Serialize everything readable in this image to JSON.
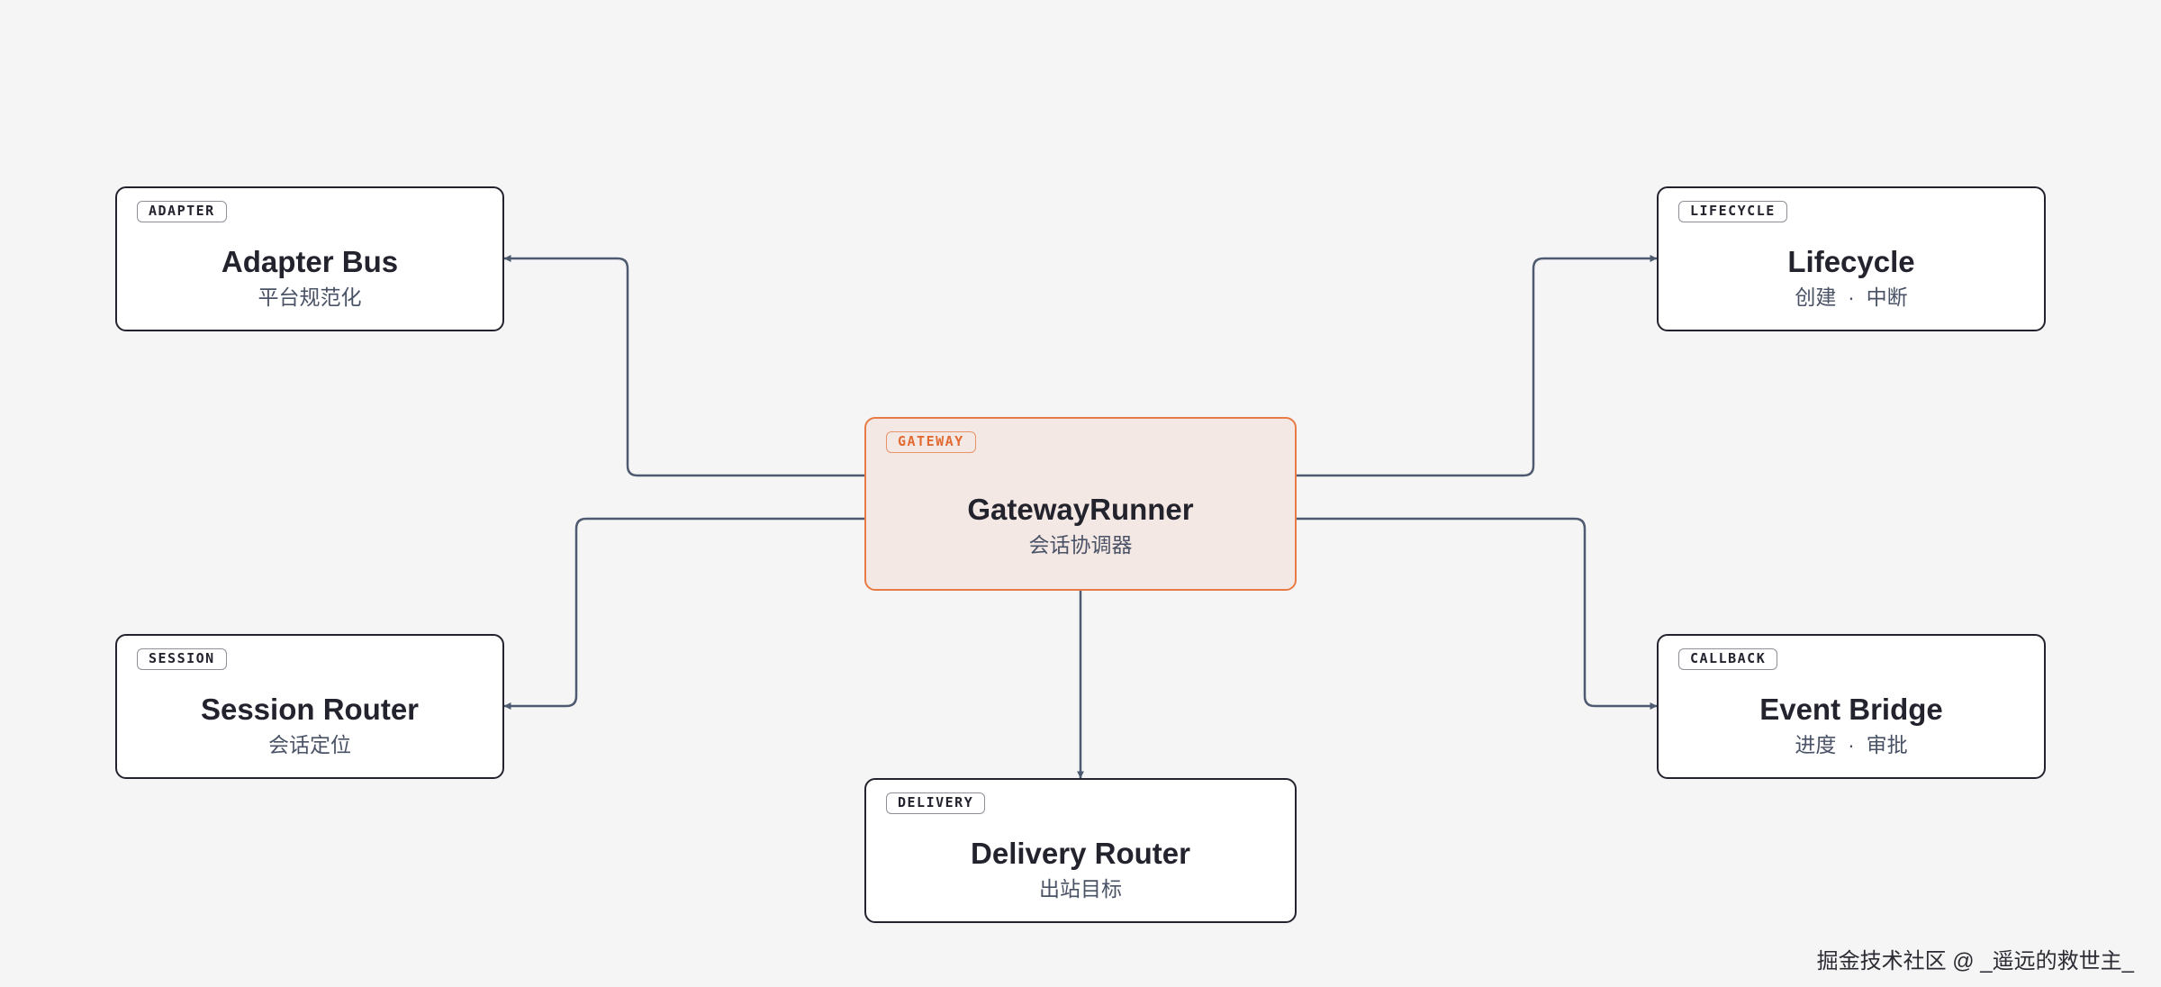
{
  "nodes": {
    "adapter_bus": {
      "tag": "ADAPTER",
      "title": "Adapter Bus",
      "subtitle": "平台规范化"
    },
    "lifecycle": {
      "tag": "LIFECYCLE",
      "title": "Lifecycle",
      "subtitle": "创建  ·  中断"
    },
    "gateway": {
      "tag": "GATEWAY",
      "title": "GatewayRunner",
      "subtitle": "会话协调器"
    },
    "session_router": {
      "tag": "SESSION",
      "title": "Session Router",
      "subtitle": "会话定位"
    },
    "event_bridge": {
      "tag": "CALLBACK",
      "title": "Event Bridge",
      "subtitle": "进度  ·  审批"
    },
    "delivery_router": {
      "tag": "DELIVERY",
      "title": "Delivery Router",
      "subtitle": "出站目标"
    }
  },
  "edges": [
    {
      "from": "GatewayRunner",
      "to": "Adapter Bus"
    },
    {
      "from": "GatewayRunner",
      "to": "Lifecycle"
    },
    {
      "from": "GatewayRunner",
      "to": "Session Router"
    },
    {
      "from": "GatewayRunner",
      "to": "Event Bridge"
    },
    {
      "from": "GatewayRunner",
      "to": "Delivery Router"
    }
  ],
  "colors": {
    "background": "#f5f5f5",
    "node_border": "#23232e",
    "gateway_border": "#e87a45",
    "gateway_fill": "#f4e8e4",
    "gateway_tag_text": "#e26a32",
    "connector": "#4d5a70"
  },
  "watermark": "掘金技术社区 @ _遥远的救世主_"
}
